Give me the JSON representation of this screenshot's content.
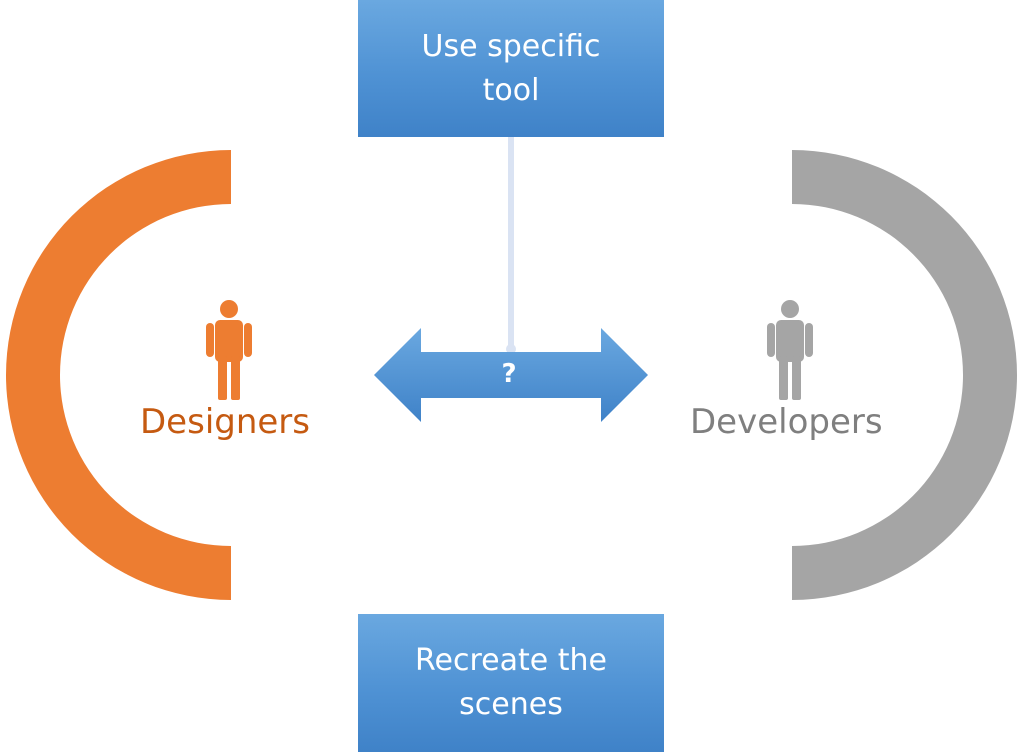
{
  "top_box": {
    "label": "Use specific tool"
  },
  "bottom_box": {
    "label": "Recreate the scenes"
  },
  "arrow": {
    "label": "?"
  },
  "designers": {
    "label": "Designers",
    "icon": "person-icon",
    "color": "#ed7d31",
    "text_color": "#c55a11"
  },
  "developers": {
    "label": "Developers",
    "icon": "person-icon",
    "color": "#a5a5a5",
    "text_color": "#7f7f7f"
  },
  "accent": {
    "box_blue": "#5b9bd5",
    "connector": "#dae3f3"
  }
}
